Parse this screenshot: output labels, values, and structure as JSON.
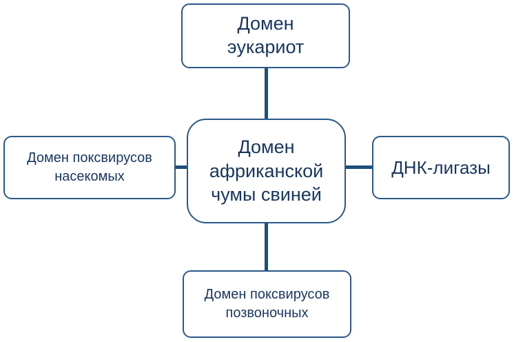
{
  "diagram": {
    "colors": {
      "node_border": "#2a5788",
      "node_background": "#ffffff",
      "text": "#17365d",
      "connector": "#1f4e79"
    },
    "nodes": {
      "top": {
        "label": "Домен\nэукариот"
      },
      "center": {
        "label": "Домен\nафриканской\nчумы свиней"
      },
      "left": {
        "label": "Домен поксвирусов\nнасекомых"
      },
      "right": {
        "label": "ДНК-лигазы"
      },
      "bottom": {
        "label": "Домен поксвирусов\nпозвоночных"
      }
    }
  }
}
